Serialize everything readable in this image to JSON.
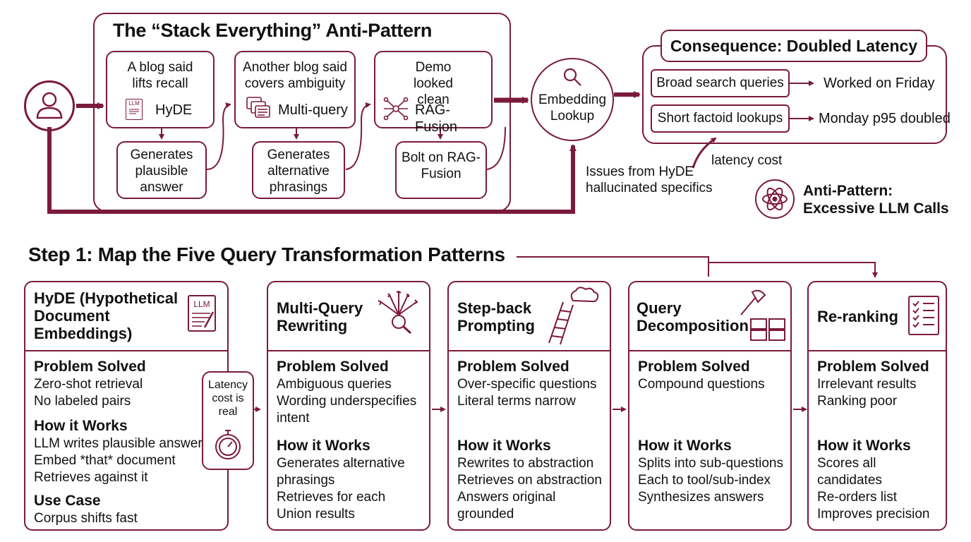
{
  "top": {
    "title": "The “Stack Everything” Anti-Pattern",
    "blog1": "A blog said lifts recall",
    "hyde": "HyDE",
    "llm_badge": "LLM",
    "gen1": "Generates plausible answer",
    "blog2": "Another blog said covers ambiguity",
    "multiquery": "Multi-query",
    "gen2": "Generates alternative phrasings",
    "demo": "Demo looked clean",
    "ragfusion": "RAG-Fusion",
    "bolt": "Bolt on RAG-Fusion",
    "embedding": "Embedding Lookup",
    "consequence_title": "Consequence: Doubled Latency",
    "broad": "Broad search queries",
    "worked": "Worked on Friday",
    "short": "Short factoid lookups",
    "monday": "Monday p95 doubled",
    "latency_cost": "latency cost",
    "issues": "Issues from HyDE hallucinated specifics",
    "antipattern": "Anti-Pattern: Excessive LLM Calls"
  },
  "step": {
    "title": "Step 1: Map the Five Query Transformation Patterns",
    "latency_note": "Latency cost is real",
    "cards": [
      {
        "title": "HyDE (Hypothetical Document Embeddings)",
        "icon_label": "LLM",
        "problem_heading": "Problem Solved",
        "problem": [
          "Zero-shot retrieval",
          "No labeled pairs"
        ],
        "how_heading": "How it Works",
        "how": [
          "LLM writes plausible answer",
          "Embed *that* document",
          "Retrieves against it"
        ],
        "use_heading": "Use Case",
        "use": [
          "Corpus shifts fast"
        ]
      },
      {
        "title": "Multi-Query Rewriting",
        "problem_heading": "Problem Solved",
        "problem": [
          "Ambiguous queries",
          "Wording underspecifies",
          "intent"
        ],
        "how_heading": "How it Works",
        "how": [
          "Generates alternative",
          "phrasings",
          "Retrieves for each",
          "Union results"
        ]
      },
      {
        "title": "Step-back Prompting",
        "problem_heading": "Problem Solved",
        "problem": [
          "Over-specific questions",
          "Literal terms narrow"
        ],
        "how_heading": "How it Works",
        "how": [
          "Rewrites to abstraction",
          "Retrieves on abstraction",
          "Answers original",
          "grounded"
        ]
      },
      {
        "title": "Query Decomposition",
        "problem_heading": "Problem Solved",
        "problem": [
          "Compound questions"
        ],
        "how_heading": "How it Works",
        "how": [
          "Splits into sub-questions",
          "Each to tool/sub-index",
          "Synthesizes answers"
        ]
      },
      {
        "title": "Re-ranking",
        "problem_heading": "Problem Solved",
        "problem": [
          "Irrelevant results",
          "Ranking poor"
        ],
        "how_heading": "How it Works",
        "how": [
          "Scores all candidates",
          "Re-orders list",
          "Improves precision"
        ]
      }
    ]
  },
  "colors": {
    "accent": "#7b1a3a"
  }
}
